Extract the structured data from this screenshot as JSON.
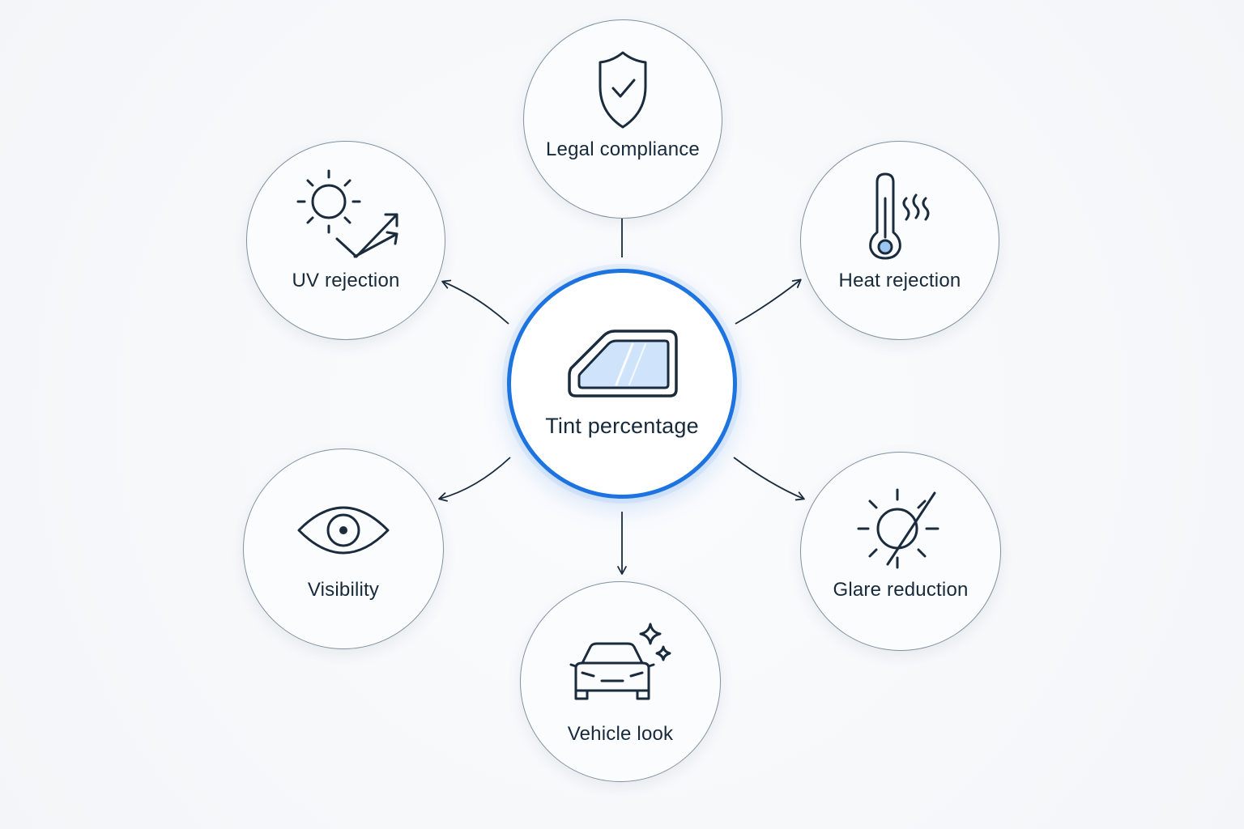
{
  "diagram": {
    "center": {
      "label": "Tint percentage",
      "icon": "car-window-icon"
    },
    "nodes": [
      {
        "id": "legal",
        "label": "Legal compliance",
        "icon": "shield-check-icon"
      },
      {
        "id": "heat",
        "label": "Heat rejection",
        "icon": "thermometer-heat-icon"
      },
      {
        "id": "glare",
        "label": "Glare reduction",
        "icon": "sun-slash-icon"
      },
      {
        "id": "vehicle",
        "label": "Vehicle look",
        "icon": "car-sparkle-icon"
      },
      {
        "id": "visibility",
        "label": "Visibility",
        "icon": "eye-icon"
      },
      {
        "id": "uv",
        "label": "UV rejection",
        "icon": "sun-arrows-icon"
      }
    ],
    "colors": {
      "accent": "#1d74e0",
      "node_border": "#8192a3",
      "text": "#172a3c",
      "arrow": "#1a2b3d",
      "glass_fill": "#cfe3fb"
    }
  }
}
